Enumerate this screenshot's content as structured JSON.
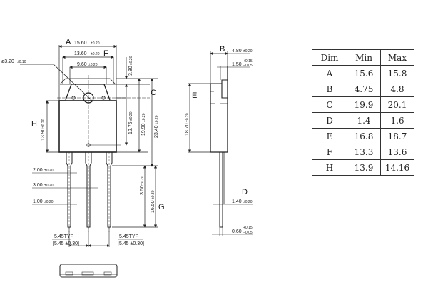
{
  "drawing": {
    "front_view": {
      "A": {
        "letter": "A",
        "value": "15.60",
        "tol": "±0.20"
      },
      "F": {
        "letter": "F",
        "value": "13.60",
        "tol": "±0.20"
      },
      "inner_width": {
        "value": "9.60",
        "tol": "±0.20"
      },
      "hole": {
        "value": "ø3.20",
        "tol": "±0.10"
      },
      "top_to_hole": {
        "value": "3.80",
        "tol": "±0.20"
      },
      "hole_to_body": {
        "value": "12.76",
        "tol": "±0.20"
      },
      "body_height": {
        "value": "19.90",
        "tol": "±0.20"
      },
      "C": {
        "letter": "C",
        "value": "23.40",
        "tol": "±0.20"
      },
      "H": {
        "letter": "H",
        "value": "13.90",
        "tol": "±0.20"
      },
      "lead_w_top": {
        "value": "2.00",
        "tol": "±0.20"
      },
      "lead_mid": {
        "value": "3.00",
        "tol": "±0.20"
      },
      "lead_w": {
        "value": "1.00",
        "tol": "±0.20"
      },
      "lead_shoulder": {
        "value": "3.50",
        "tol": "±0.20"
      },
      "G": {
        "letter": "G",
        "value": "16.50",
        "tol": "±0.30"
      },
      "pitch_left": {
        "typ": "5.45TYP",
        "exact": "[5.45 ±0.30]"
      },
      "pitch_right": {
        "typ": "5.45TYP",
        "exact": "[5.45 ±0.30]"
      }
    },
    "side_view": {
      "B": {
        "letter": "B",
        "value": "4.80",
        "tol": "±0.20"
      },
      "tab": {
        "value": "1.50",
        "tol_plus": "+0.15",
        "tol_minus": "−0.05"
      },
      "E": {
        "letter": "E",
        "value": "18.70",
        "tol": "±0.20"
      },
      "D": {
        "letter": "D",
        "value": "1.40",
        "tol": "±0.20"
      },
      "lead_thk": {
        "value": "0.60",
        "tol_plus": "+0.15",
        "tol_minus": "−0.05"
      }
    }
  },
  "table": {
    "headers": [
      "Dim",
      "Min",
      "Max"
    ],
    "rows": [
      [
        "A",
        "15.6",
        "15.8"
      ],
      [
        "B",
        "4.75",
        "4.8"
      ],
      [
        "C",
        "19.9",
        "20.1"
      ],
      [
        "D",
        "1.4",
        "1.6"
      ],
      [
        "E",
        "16.8",
        "18.7"
      ],
      [
        "F",
        "13.3",
        "13.6"
      ],
      [
        "H",
        "13.9",
        "14.16"
      ]
    ]
  }
}
